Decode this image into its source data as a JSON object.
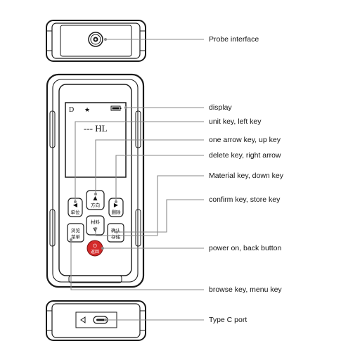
{
  "screen": {
    "mode": "D",
    "star": "★",
    "readout": "--- HL"
  },
  "keys": {
    "unit": {
      "glyph": "◀",
      "label": "单位"
    },
    "direction": {
      "glyph": "▲",
      "label": "方向"
    },
    "delete": {
      "glyph": "▶",
      "label": "删除"
    },
    "browse": {
      "line1": "浏览",
      "line2": "菜单"
    },
    "material": {
      "line1": "材料",
      "glyph": "▼"
    },
    "confirm": {
      "line1": "确认",
      "line2": "存储"
    },
    "power": {
      "glyph": "⏻",
      "label": "返回"
    }
  },
  "callouts": [
    "Probe interface",
    "display",
    "unit key, left key",
    "one arrow key, up key",
    "delete key, right arrow",
    "Material key, down key",
    "confirm key, store key",
    "power on, back button",
    "browse key, menu key",
    "Type C port"
  ],
  "colors": {
    "outline": "#1a1a1a",
    "body_gray": "#6e6e6e",
    "leader_line": "#8a8a8a",
    "power_red": "#d42a2a"
  }
}
